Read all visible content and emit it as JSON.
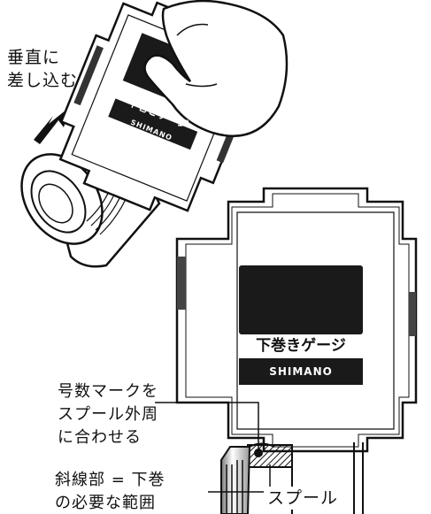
{
  "top_label": {
    "line1": "垂直に",
    "line2": "差し込む"
  },
  "gauge_small": {
    "label": "下巻きゲージ",
    "brand": "SHIMANO"
  },
  "gauge_large": {
    "label": "下巻きゲージ",
    "brand": "SHIMANO"
  },
  "callout_align": {
    "line1": "号数マークを",
    "line2": "スプール外周",
    "line3": "に合わせる"
  },
  "callout_hatch": {
    "line1": "斜線部 = 下巻",
    "line2": "の必要な範囲"
  },
  "spool_label": "スプール",
  "colors": {
    "ink": "#111111",
    "panel": "#1a1a1a",
    "white": "#ffffff",
    "shadow": "#555555"
  }
}
